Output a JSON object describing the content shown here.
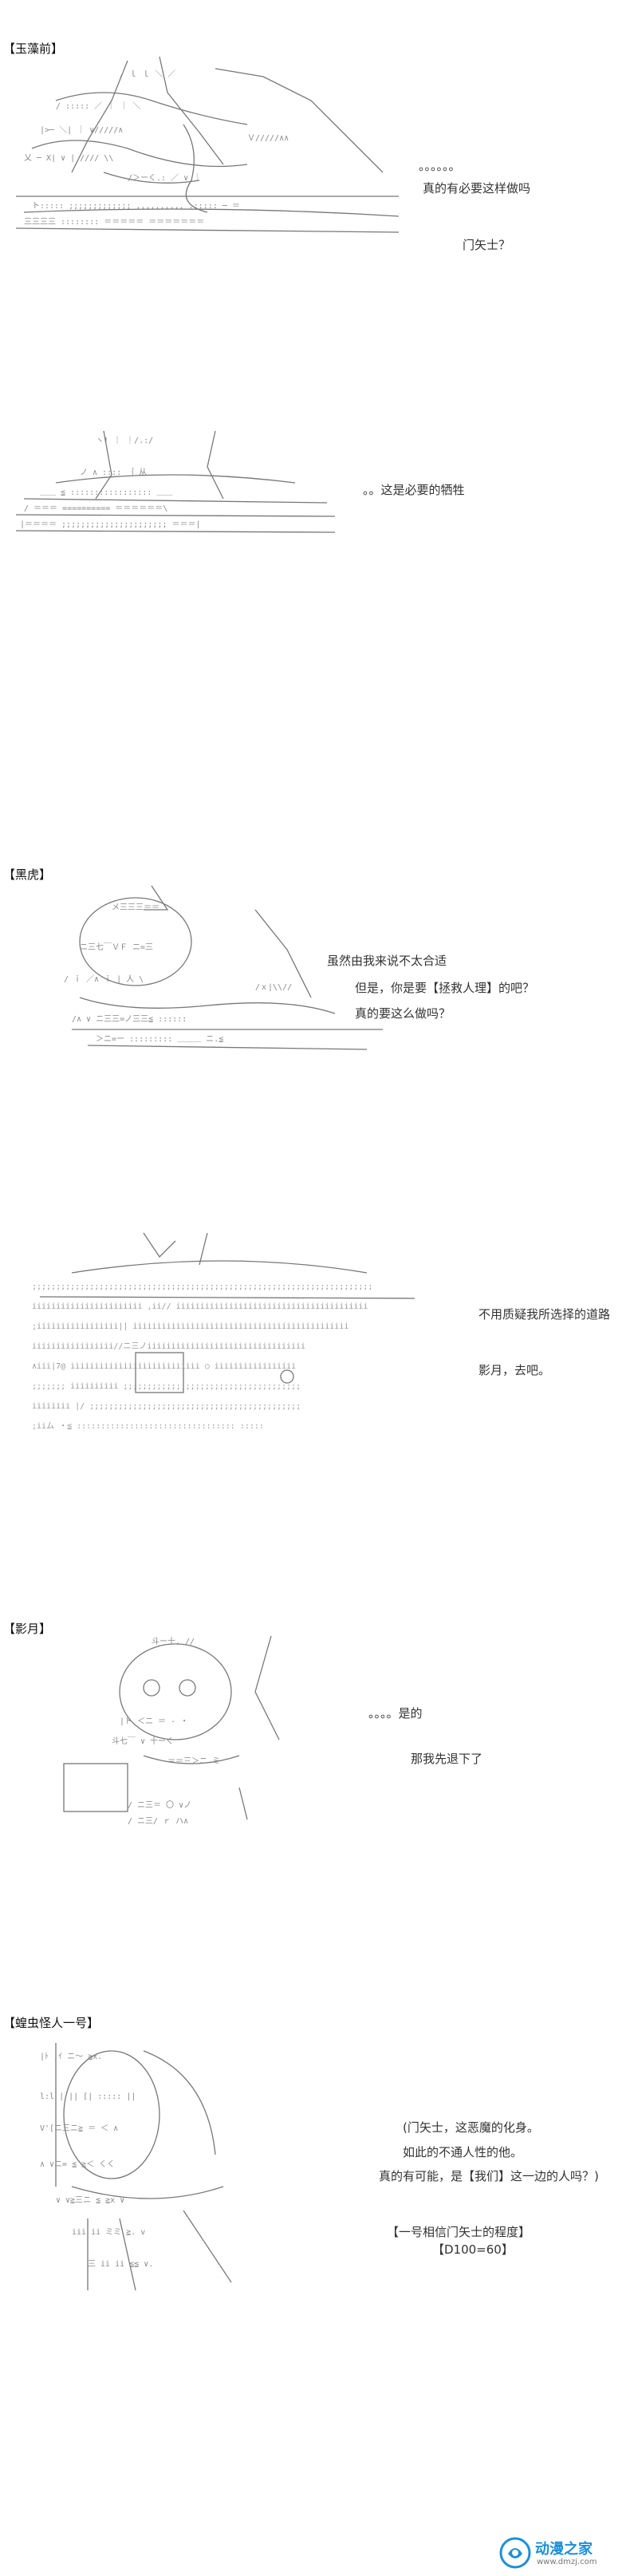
{
  "sections": [
    {
      "label": "【玉藻前】",
      "lines": [
        "。。。。。。",
        "真的有必要这样做吗",
        "门矢士？"
      ]
    },
    {
      "label": "",
      "lines": [
        "。。这是必要的牺牲"
      ]
    },
    {
      "label": "【黑虎】",
      "lines": [
        "虽然由我来说不太合适",
        "但是，你是要【拯救人理】的吧？",
        "真的要这么做吗？"
      ]
    },
    {
      "label": "",
      "lines": [
        "不用质疑我所选择的道路",
        "影月，去吧。"
      ]
    },
    {
      "label": "【影月】",
      "lines": [
        "。。。。是的",
        "那我先退下了"
      ]
    },
    {
      "label": "【蝗虫怪人一号】",
      "lines": [
        "(门矢士，这恶魔的化身。",
        "如此的不通人性的他。",
        "真的有可能，是【我们】这一边的人吗？)",
        "【一号相信门矢士的程度】",
        "【D100=60】"
      ]
    }
  ],
  "footer": {
    "logo_text": "动漫之家",
    "logo_url": "www.dmzj.com"
  },
  "colors": {
    "logo_blue": "#1e8fd8",
    "art_gray": "#555555"
  }
}
